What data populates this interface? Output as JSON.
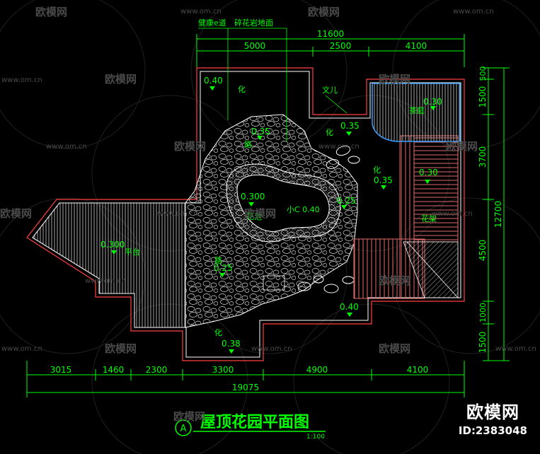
{
  "drawing": {
    "title": "屋顶花园平面图",
    "title_marker": "A",
    "scale_under_title": "1:100",
    "annotations": {
      "top_left_1": "健康e道",
      "top_left_2": "碎花岩地面",
      "wenr": "文儿",
      "chating": "茶庭",
      "huajia": "花架",
      "pingtai": "平台",
      "huachi": "花池",
      "lu": "路",
      "hua": "化",
      "pool_label": "小C 0.40"
    },
    "elevations": {
      "e_top_left": "0.40",
      "e_pond_top": "0.35",
      "e_right_upper": "0.35",
      "e_right_mid": "0.35",
      "e_tea": "0.30",
      "e_pergola": "0.30",
      "e_pool": "0.300",
      "e_pool_right": "0.25",
      "e_terrace": "0.300",
      "e_path": "0.25",
      "e_bottom_right": "0.40",
      "e_bottom": "0.38"
    },
    "dimensions": {
      "top_total": "11600",
      "top_segments": [
        "5000",
        "2500",
        "4100"
      ],
      "bottom_total": "19075",
      "bottom_segments": [
        "3015",
        "1460",
        "2300",
        "3300",
        "4900",
        "4100"
      ],
      "right_total": "12700",
      "right_segments": [
        "500",
        "1500",
        "3700",
        "4500",
        "1000",
        "1500"
      ]
    },
    "colors": {
      "background": "#000000",
      "dimension_green": "#00ff00",
      "wall_red": "#ff4040",
      "outline_white": "#ffffff",
      "hatch_gray": "#cfcfcf",
      "pergola_red": "#e06a6a",
      "tea_blue": "#3aa0ff"
    }
  },
  "watermark": {
    "logo_text": "欧模网",
    "url_text": "www.om.cn",
    "brand_name": "欧模网",
    "brand_id": "ID:2383048"
  }
}
